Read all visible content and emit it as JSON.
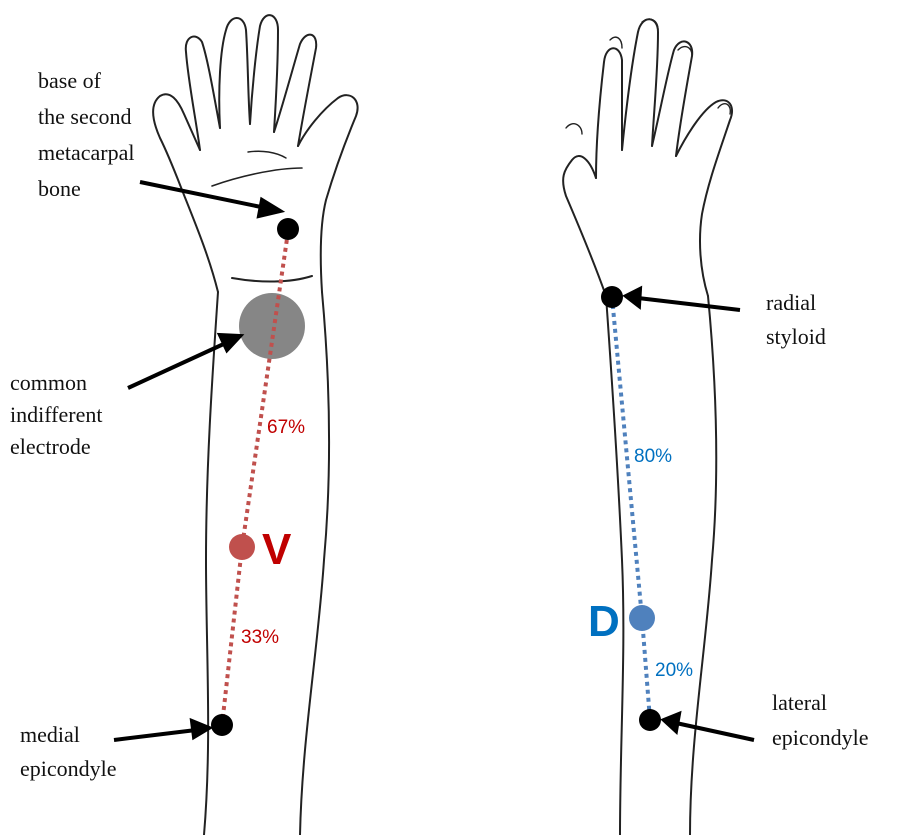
{
  "colors": {
    "ventral": "#c0504d",
    "ventral_text": "#c00000",
    "dorsal": "#4f81bd",
    "dorsal_text": "#0070c0",
    "landmark": "#000000",
    "electrode": "#7f7f7f"
  },
  "left_arm": {
    "labels": {
      "metacarpal": [
        "base of",
        "the second",
        "metacarpal",
        "bone"
      ],
      "indifferent": [
        "common",
        "indifferent",
        "electrode"
      ],
      "medial": [
        "medial",
        "epicondyle"
      ]
    },
    "percent_upper": "67%",
    "percent_lower": "33%",
    "site_letter": "V"
  },
  "right_arm": {
    "labels": {
      "radial": [
        "radial",
        "styloid"
      ],
      "lateral": [
        "lateral",
        "epicondyle"
      ]
    },
    "percent_upper": "80%",
    "percent_lower": "20%",
    "site_letter": "D"
  }
}
